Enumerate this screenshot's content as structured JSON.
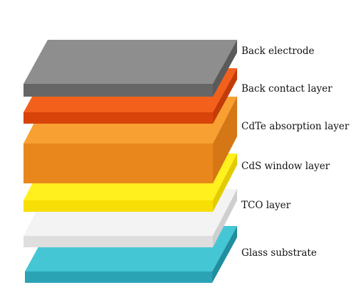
{
  "layers": [
    {
      "label": "Back electrode",
      "colors": {
        "top": "#8e8e8e",
        "front": "#666666",
        "side": "#5a5a5a"
      }
    },
    {
      "label": "Back contact layer",
      "colors": {
        "top": "#f2601c",
        "front": "#d8430a",
        "side": "#c33c08"
      }
    },
    {
      "label": "CdTe absorption layer",
      "colors": {
        "top": "#f9a032",
        "front": "#e9871c",
        "side": "#d57715"
      }
    },
    {
      "label": "CdS window layer",
      "colors": {
        "top": "#fff01e",
        "front": "#f7df05",
        "side": "#e2cb00"
      }
    },
    {
      "label": "TCO layer",
      "colors": {
        "top": "#f3f3f3",
        "front": "#dedede",
        "side": "#cfcfcf"
      }
    },
    {
      "label": "Glass substrate",
      "colors": {
        "top": "#45c6d4",
        "front": "#2aa3b5",
        "side": "#1f8fa0"
      }
    }
  ]
}
